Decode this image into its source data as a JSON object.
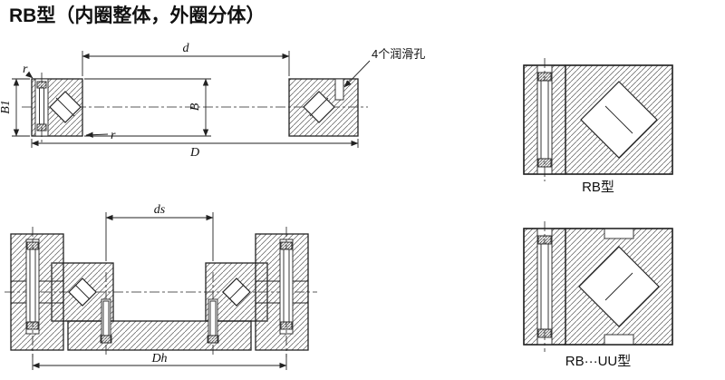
{
  "page": {
    "title": "RB型（内圈整体，外圈分体）"
  },
  "colors": {
    "line": "#222222",
    "background": "#ffffff"
  },
  "main_view": {
    "dim_d": "d",
    "dim_D": "D",
    "dim_B": "B",
    "dim_B1": "B1",
    "fillet_top": "r",
    "fillet_inner": "r",
    "lube_note": "4个润滑孔"
  },
  "mounted_view": {
    "dim_ds": "ds",
    "dim_Dh": "Dh"
  },
  "details": {
    "rb": {
      "label": "RB型"
    },
    "rb_uu": {
      "label": "RB···UU型"
    }
  }
}
